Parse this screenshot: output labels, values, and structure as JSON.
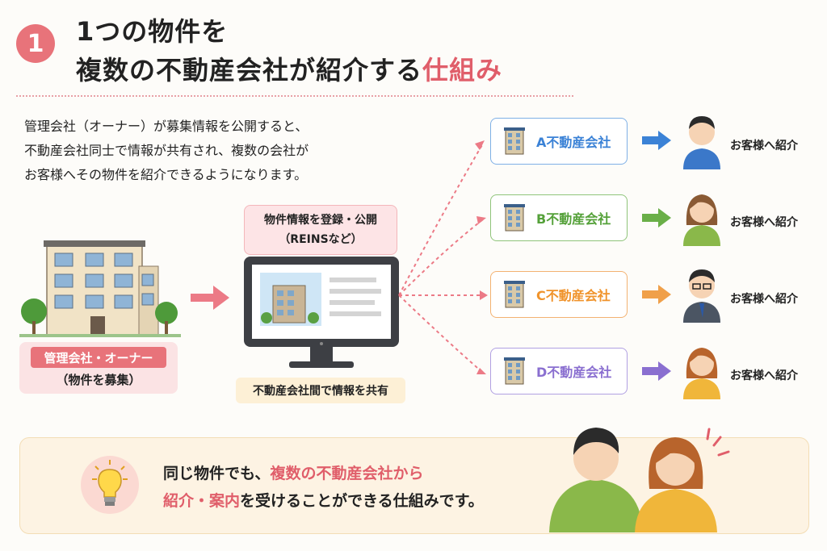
{
  "header": {
    "number": "1",
    "title_line1": "1つの物件を",
    "title_line2_main": "複数の不動産会社が紹介する",
    "title_line2_accent": "仕組み"
  },
  "intro": {
    "lines": [
      "管理会社（オーナー）が募集情報を公開すると、",
      "不動産会社同士で情報が共有され、複数の会社が",
      "お客様へその物件を紹介できるようになります。"
    ]
  },
  "owner": {
    "label": "管理会社・オーナー",
    "sub": "（物件を募集）"
  },
  "registration": {
    "line1": "物件情報を登録・公開",
    "line2": "（REINSなど）"
  },
  "share_label": "不動産会社間で情報を共有",
  "companies": [
    {
      "label": "A不動産会社",
      "color": "#3b82d6",
      "referral": "お客様へ紹介"
    },
    {
      "label": "B不動産会社",
      "color": "#55a13a",
      "referral": "お客様へ紹介"
    },
    {
      "label": "C不動産会社",
      "color": "#f0932b",
      "referral": "お客様へ紹介"
    },
    {
      "label": "D不動産会社",
      "color": "#8a6fd0",
      "referral": "お客様へ紹介"
    }
  ],
  "bottom": {
    "line1_plain": "同じ物件でも、",
    "line1_accent": "複数の不動産会社から",
    "line2_accent": "紹介・案内",
    "line2_plain": "を受けることができる仕組みです。"
  },
  "colors": {
    "accent": "#e05e6a",
    "pink": "#e8737a"
  }
}
